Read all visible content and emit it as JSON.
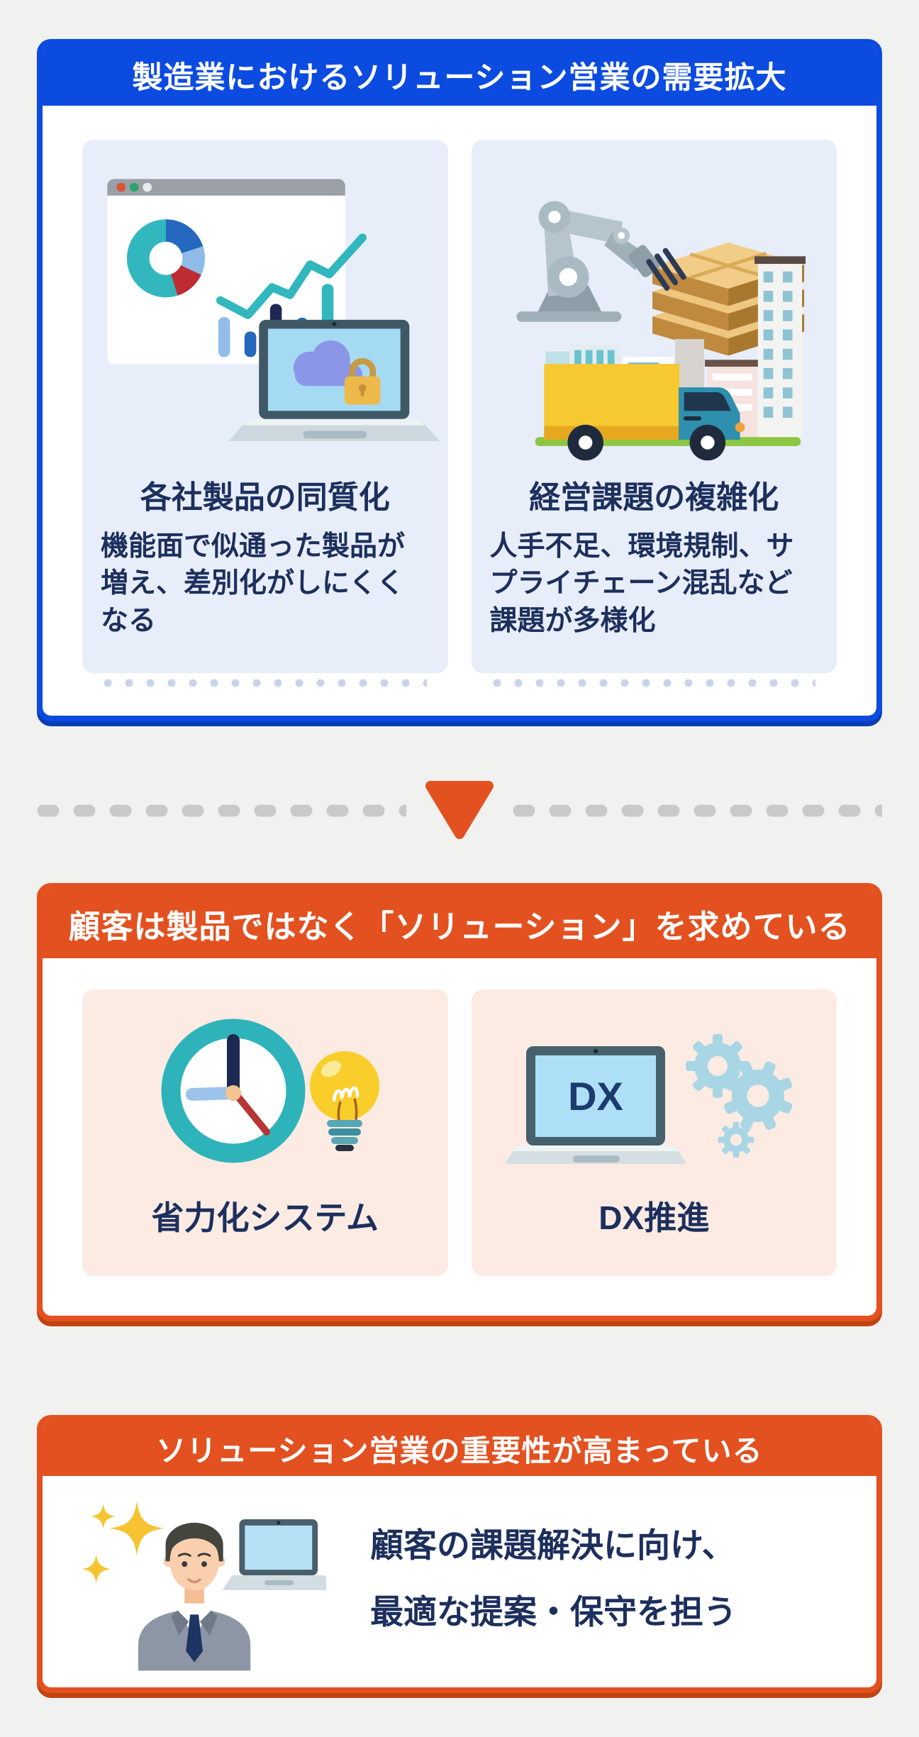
{
  "colors": {
    "blue": "#0c4be0",
    "orange": "#e35120",
    "navy_text": "#1c2f5d",
    "page_bg": "#f1f1ef",
    "card_blue_bg": "#e8eef9",
    "card_pink_bg": "#fcebe3",
    "dash_gray": "#c9c9c7"
  },
  "section1": {
    "header": "製造業におけるソリューション営業の需要拡大",
    "cards": [
      {
        "title": "各社製品の同質化",
        "body": "機能面で似通った製品が増え、差別化がしにくくなる",
        "illustration": "analytics-dashboard-and-secure-laptop"
      },
      {
        "title": "経営課題の複雑化",
        "body": "人手不足、環境規制、サプライチェーン混乱など課題が多様化",
        "illustration": "robot-arm-truck-and-city"
      }
    ]
  },
  "divider": {
    "icon": "down-triangle-icon"
  },
  "section2": {
    "header": "顧客は製品ではなく「ソリューション」を求めている",
    "cards": [
      {
        "label": "省力化システム",
        "icons": [
          "clock-icon",
          "lightbulb-icon"
        ]
      },
      {
        "label": "DX推進",
        "screen_text": "DX",
        "icons": [
          "laptop-dx-icon",
          "gears-icon"
        ]
      }
    ]
  },
  "section3": {
    "header": "ソリューション営業の重要性が高まっている",
    "body_line1": "顧客の課題解決に向け、",
    "body_line2": "最適な提案・保守を担う",
    "illustration": "salesman-sparkles-laptop"
  }
}
